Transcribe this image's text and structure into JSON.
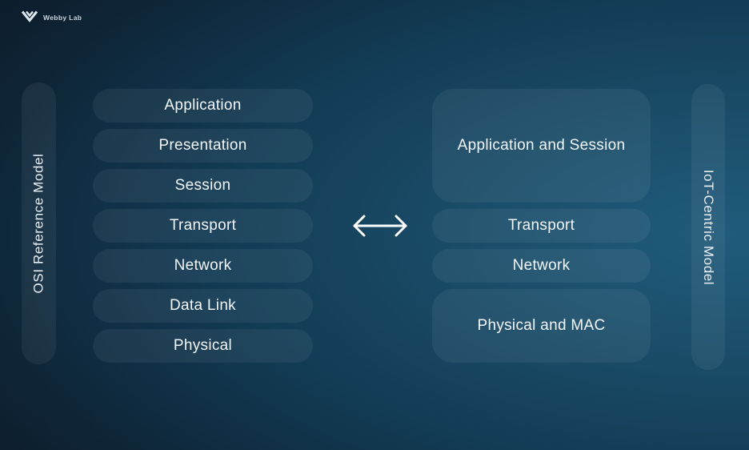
{
  "logo": {
    "brand": "Webby Lab",
    "icon": "webbylab-w-icon"
  },
  "left_model": {
    "label": "OSI Reference Model",
    "layers": [
      "Application",
      "Presentation",
      "Session",
      "Transport",
      "Network",
      "Data Link",
      "Physical"
    ]
  },
  "right_model": {
    "label": "IoT-Centric Model",
    "layers": [
      "Application and Session",
      "Transport",
      "Network",
      "Physical and MAC"
    ]
  },
  "comparison": {
    "arrow_symbol": "double-headed-horizontal-arrow"
  },
  "colors": {
    "background_dark": "#0c1b29",
    "background_light": "#215b7c",
    "panel_overlay": "rgba(255,255,255,0.06)",
    "text_primary": "#f2f6f8",
    "text_secondary": "#e9eff3",
    "brand_text": "#c9d5dd"
  }
}
